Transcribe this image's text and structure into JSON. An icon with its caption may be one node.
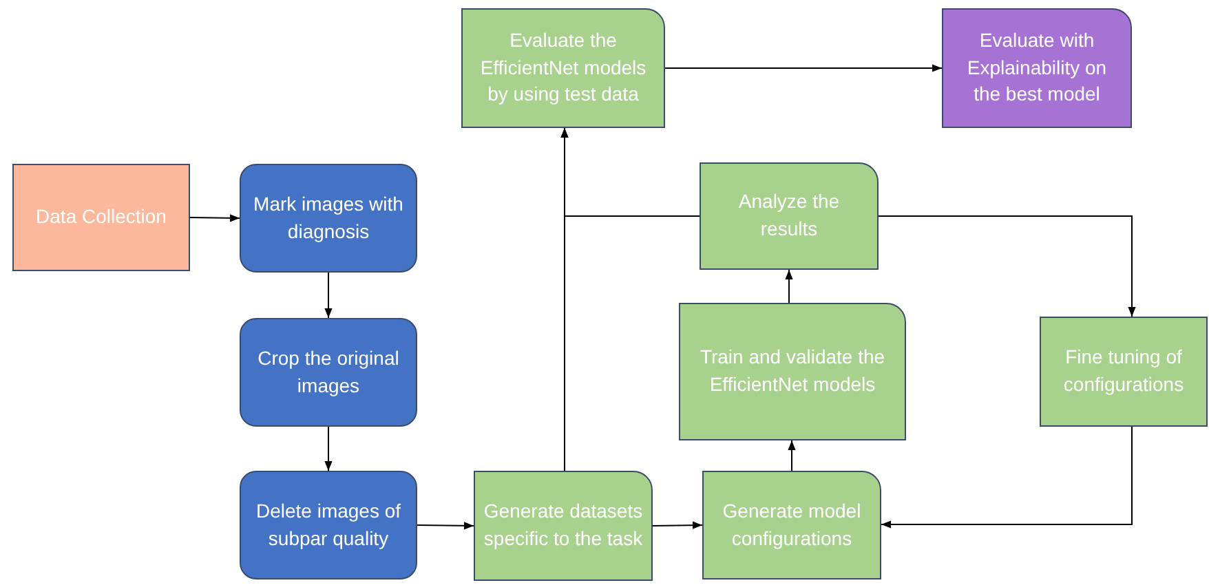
{
  "diagram": {
    "nodes": [
      {
        "text": [
          "Data Collection"
        ]
      },
      {
        "text": [
          "Mark images with diagnosis"
        ]
      },
      {
        "text": [
          "Crop the original images"
        ]
      },
      {
        "text": [
          "Delete images of subpar quality"
        ]
      },
      {
        "text": [
          "Evaluate the EfficientNet models by using test data"
        ]
      },
      {
        "text": [
          "Evaluate with Explainability on the best model"
        ]
      },
      {
        "text": [
          "Analyze the results"
        ]
      },
      {
        "text": [
          "Train and validate the EfficientNet models"
        ]
      },
      {
        "text": [
          "Fine tuning of configurations"
        ]
      },
      {
        "text": [
          "Generate datasets specific to the task"
        ]
      },
      {
        "text": [
          "Generate model configurations"
        ]
      }
    ],
    "edges": [
      {
        "from": 0,
        "to": 1,
        "arrow": "to"
      },
      {
        "from": 1,
        "to": 2,
        "arrow": "to"
      },
      {
        "from": 2,
        "to": 3,
        "arrow": "to"
      },
      {
        "from": 3,
        "to": 9,
        "arrow": "to"
      },
      {
        "from": 9,
        "to": 10,
        "arrow": "to"
      },
      {
        "from": 10,
        "to": 7,
        "arrow": "to"
      },
      {
        "from": 7,
        "to": 6,
        "arrow": "to"
      },
      {
        "from": 6,
        "to": 8,
        "arrow": "to"
      },
      {
        "from": 8,
        "to": 10,
        "arrow": "to"
      },
      {
        "from": 9,
        "to": 4,
        "arrow": "to"
      },
      {
        "from": 6,
        "to": 4,
        "arrow": "to"
      },
      {
        "from": 4,
        "to": 5,
        "arrow": "to"
      }
    ]
  }
}
